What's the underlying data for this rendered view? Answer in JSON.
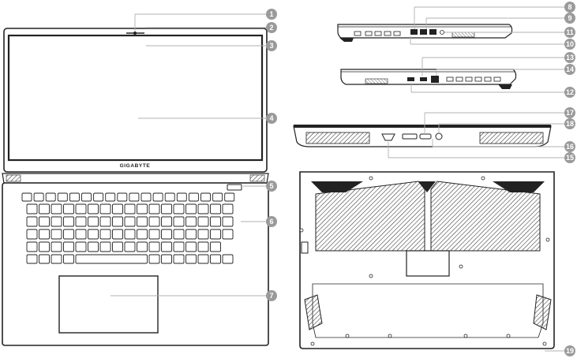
{
  "brand": "GIGABYTE",
  "colors": {
    "callout_fill": "#9a9a9a",
    "line": "#b0b0b0",
    "outline": "#222222"
  },
  "callouts": [
    {
      "label": "1"
    },
    {
      "label": "2"
    },
    {
      "label": "3"
    },
    {
      "label": "4"
    },
    {
      "label": "5"
    },
    {
      "label": "6"
    },
    {
      "label": "7"
    },
    {
      "label": "8"
    },
    {
      "label": "9"
    },
    {
      "label": "10"
    },
    {
      "label": "11"
    },
    {
      "label": "12"
    },
    {
      "label": "13"
    },
    {
      "label": "14"
    },
    {
      "label": "15"
    },
    {
      "label": "16"
    },
    {
      "label": "17"
    },
    {
      "label": "18"
    },
    {
      "label": "19"
    }
  ]
}
